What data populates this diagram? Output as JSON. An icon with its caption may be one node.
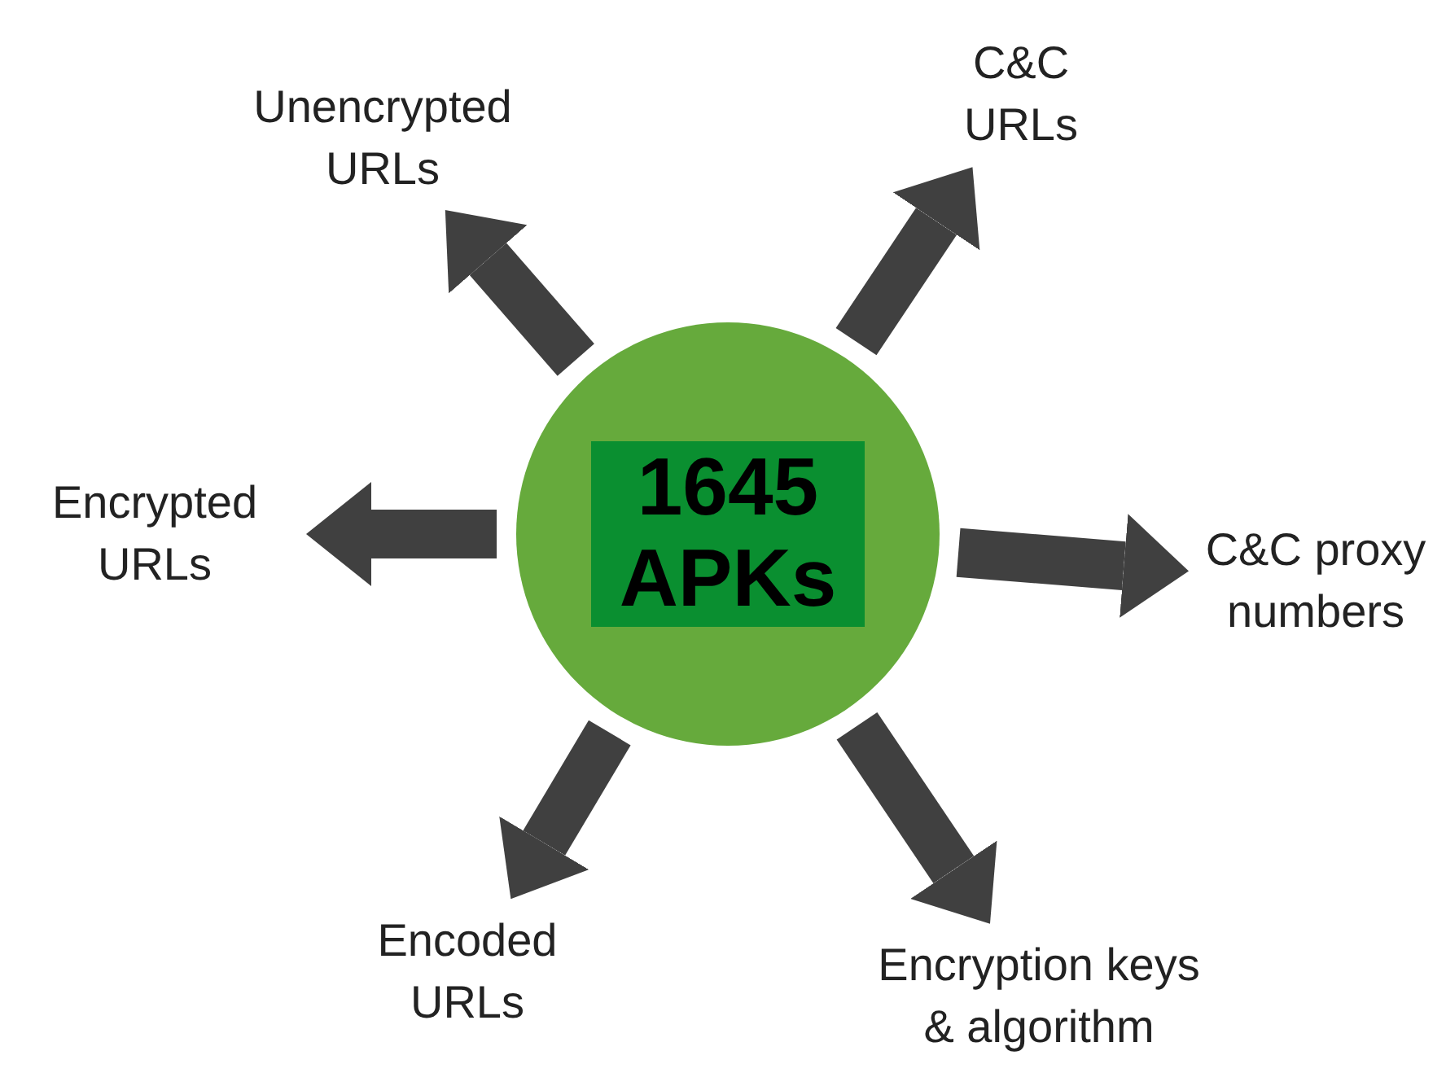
{
  "diagram": {
    "nodes": [
      {
        "text": [
          "1645 APKs"
        ]
      },
      {
        "text": [
          "Unencrypted URLs"
        ]
      },
      {
        "text": [
          "C&C URLs"
        ]
      },
      {
        "text": [
          "Encrypted URLs"
        ]
      },
      {
        "text": [
          "C&C proxy numbers"
        ]
      },
      {
        "text": [
          "Encoded URLs"
        ]
      },
      {
        "text": [
          "Encryption keys & algorithm"
        ]
      }
    ],
    "edges": [
      {
        "from": 0,
        "to": 1,
        "arrow": "to"
      },
      {
        "from": 0,
        "to": 2,
        "arrow": "to"
      },
      {
        "from": 0,
        "to": 3,
        "arrow": "to"
      },
      {
        "from": 0,
        "to": 4,
        "arrow": "to"
      },
      {
        "from": 0,
        "to": 5,
        "arrow": "to"
      },
      {
        "from": 0,
        "to": 6,
        "arrow": "to"
      }
    ]
  }
}
